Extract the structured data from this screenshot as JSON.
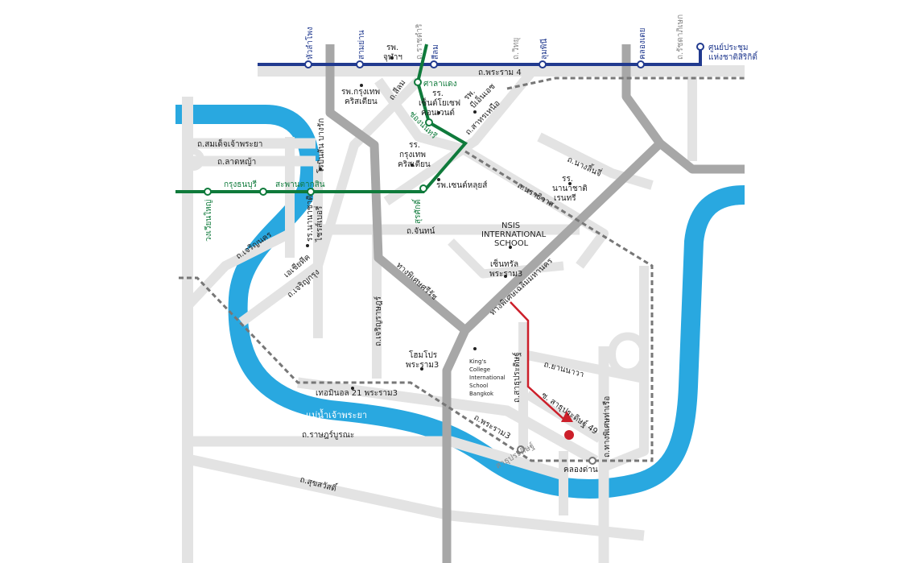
{
  "colors": {
    "river": "#29a8e0",
    "road": "#e3e3e3",
    "expressway": "#a7a7a7",
    "blue_line": "#213a8f",
    "green_line": "#0f7a3b",
    "rail_line": "#777777",
    "route": "#cc1f2a",
    "text": "#222222"
  },
  "blue_line_stations": [
    "หัวลำโพง",
    "สามย่าน",
    "สีลม",
    "ลุมพินี",
    "คลองเตย",
    "ศูนย์ประชุม",
    "แห่งชาติสิริกิติ์"
  ],
  "blue_line_gray_labels": [
    "ถ.ราชดำริ",
    "ถ.วิทยุ",
    "ถ.รัชดาภิเษก"
  ],
  "green_line_stations": [
    "ศาลาแดง",
    "ช่องนนทรี",
    "สุรศักดิ์",
    "สะพานตากสิน",
    "กรุงธนบุรี",
    "วงเวียนใหญ่"
  ],
  "rail_stations": [
    "สาธุประดิษฐ์",
    "คลองด่าน"
  ],
  "roads": {
    "rama4": "ถ.พระราม 4",
    "silom": "ถ.สีลม",
    "sathorn_nuea": "ถ.สาทรเหนือ",
    "somdet": "ถ.สมเด็จเจ้าพระยา",
    "lat_ya": "ถ.ลาดหญ้า",
    "charoen_nakhon": "ถ.เจริญนคร",
    "charoen_krung": "ถ.เจริญกรุง",
    "narathiwat": "ถ.นราธิวาส",
    "nang_linchi": "ถ.นางลิ้นจี่",
    "chan": "ถ.จันทน์",
    "charoen_rat": "ถ.เจริญราษฎร์",
    "yan_nawa": "ถ.ยานนาวา",
    "sathu_pradit": "ถ.สาธุประดิษฐ์",
    "soi_49": "ซ. สาธุประดิษฐ์ 49",
    "rama3": "ถ.พระราม3",
    "rat_burana": "ถ.ราษฎร์บูรณะ",
    "suk_sawat": "ถ.สุขสวัสดิ์",
    "expressway_chaloem": "ทางพิเศษเฉลิมมหานคร",
    "expressway_sirat": "ทางพิเศษศรีรัช",
    "expressway_port": "ถ.ทางพิเศษท่าเรือ",
    "river": "แม่น้ำเจ้าพระยา",
    "asiatique": "เอเชียทีค"
  },
  "pois": {
    "chula_hosp_1": "รพ.",
    "chula_hosp_2": "จุฬาฯ",
    "bkk_christian_hosp_1": "รพ.กรุงเทพ",
    "bkk_christian_hosp_2": "คริสเตียน",
    "st_joseph_1": "รร.",
    "st_joseph_2": "เซ็นต์โยเซฟ",
    "st_joseph_3": "คอนเวนต์",
    "bnh_1": "รพ.",
    "bnh_2": "บีเอ็นเอช",
    "bcc_1": "รร.",
    "bcc_2": "กรุงเทพ",
    "bcc_3": "คริสเตียน",
    "st_louis": "รพ.เซนต์หลุยส์",
    "nanachati_1": "รร.",
    "nanachati_2": "นานาชาติ",
    "nanachati_3": "เรนทรี",
    "nsis_1": "NSIS",
    "nsis_2": "INTERNATIONAL",
    "nsis_3": "SCHOOL",
    "central_1": "เซ็นทรัล",
    "central_2": "พระราม3",
    "home_pro_1": "โฮมโปร",
    "home_pro_2": "พระราม3",
    "kings_1": "King's",
    "kings_2": "College",
    "kings_3": "International",
    "kings_4": "School",
    "kings_5": "Bangkok",
    "terminal21": "เทอมินอล 21 พระราม3",
    "robinson_1": "โรบินสัน บางรัก",
    "bangkok_hosp_1": "รร.นานาชาติ",
    "bangkok_hosp_2": "ไชรส์เบอรี่"
  }
}
